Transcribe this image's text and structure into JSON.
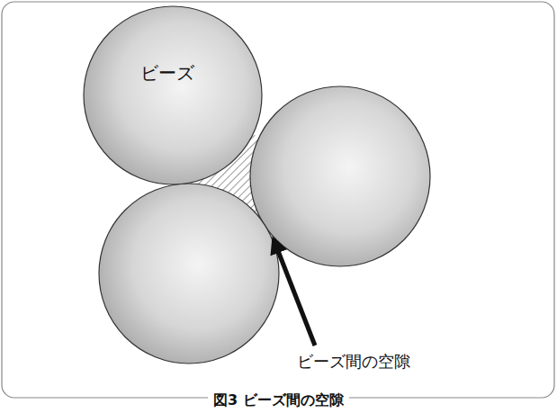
{
  "diagram": {
    "caption": "図3 ビーズ間の空隙",
    "nodes": [
      {
        "text": [
          "ビーズ"
        ]
      }
    ],
    "labels": [
      "ビーズ間の空隙"
    ]
  }
}
